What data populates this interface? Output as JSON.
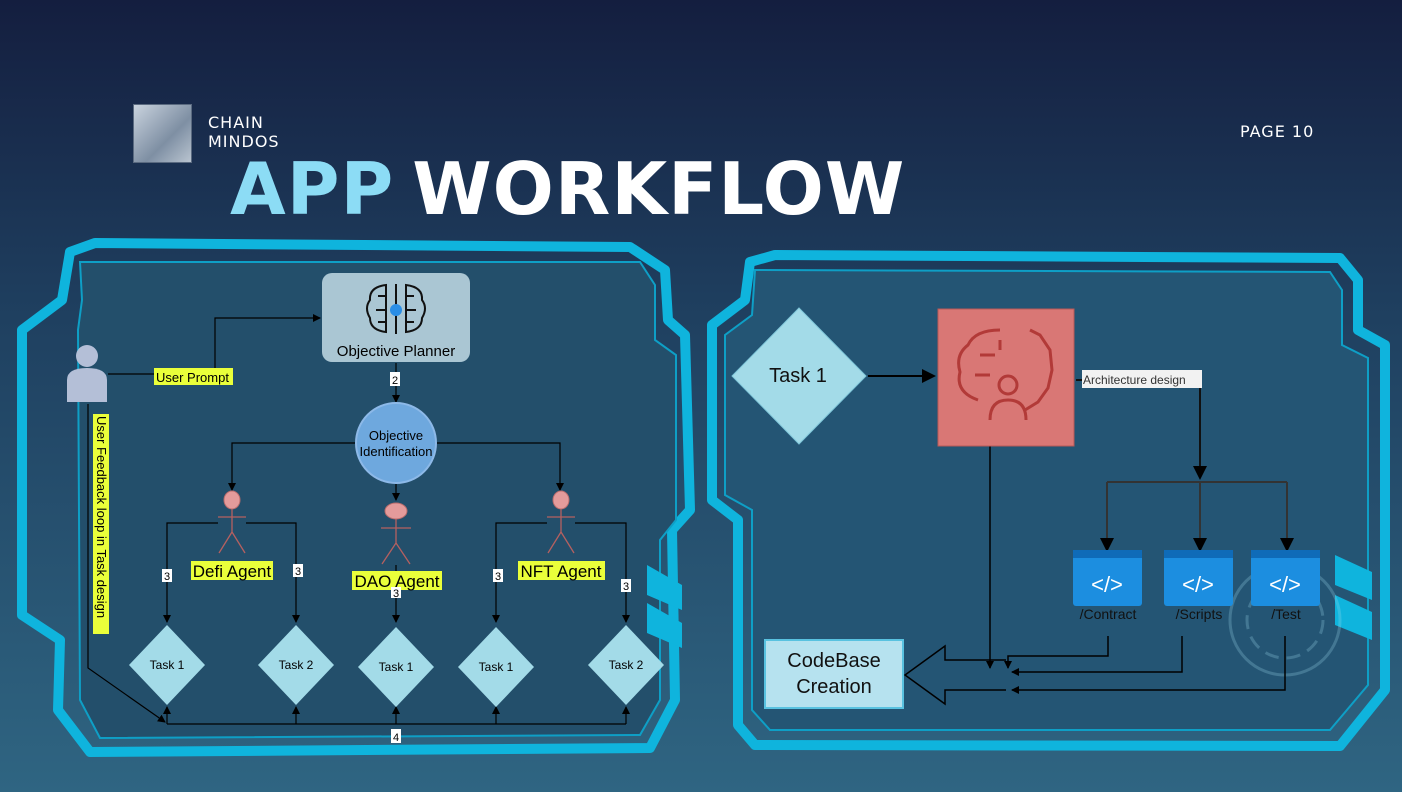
{
  "header": {
    "brand_line1": "CHAIN",
    "brand_line2": "MINDOS",
    "page_label": "PAGE 10",
    "title_word1": "APP",
    "title_word2": "WORKFLOW"
  },
  "left_flow": {
    "user_prompt_label": "User Prompt",
    "feedback_label": "User Feedback loop in Task design",
    "planner_label": "Objective Planner",
    "step2_label": "2",
    "objective_line1": "Objective",
    "objective_line2": "Identification",
    "agents": [
      "Defi Agent",
      "DAO Agent",
      "NFT Agent"
    ],
    "step3_label": "3",
    "step4_label": "4",
    "tasks": [
      "Task 1",
      "Task 2",
      "Task 1",
      "Task 1",
      "Task 2"
    ]
  },
  "right_flow": {
    "task_label": "Task 1",
    "architecture_label": "Architecture design",
    "folders": [
      "/Contract",
      "/Scripts",
      "/Test"
    ],
    "codebase_line1": "CodeBase",
    "codebase_line2": "Creation"
  },
  "colors": {
    "frame": "#0fb4dd",
    "frame_fill": "#1e4f6c",
    "diamond": "#a3dbe8",
    "highlight": "#eaff3a",
    "planner": "#aac6d3",
    "objective": "#6ea8de",
    "architecture": "#d97775",
    "folder": "#1c8ee0"
  }
}
